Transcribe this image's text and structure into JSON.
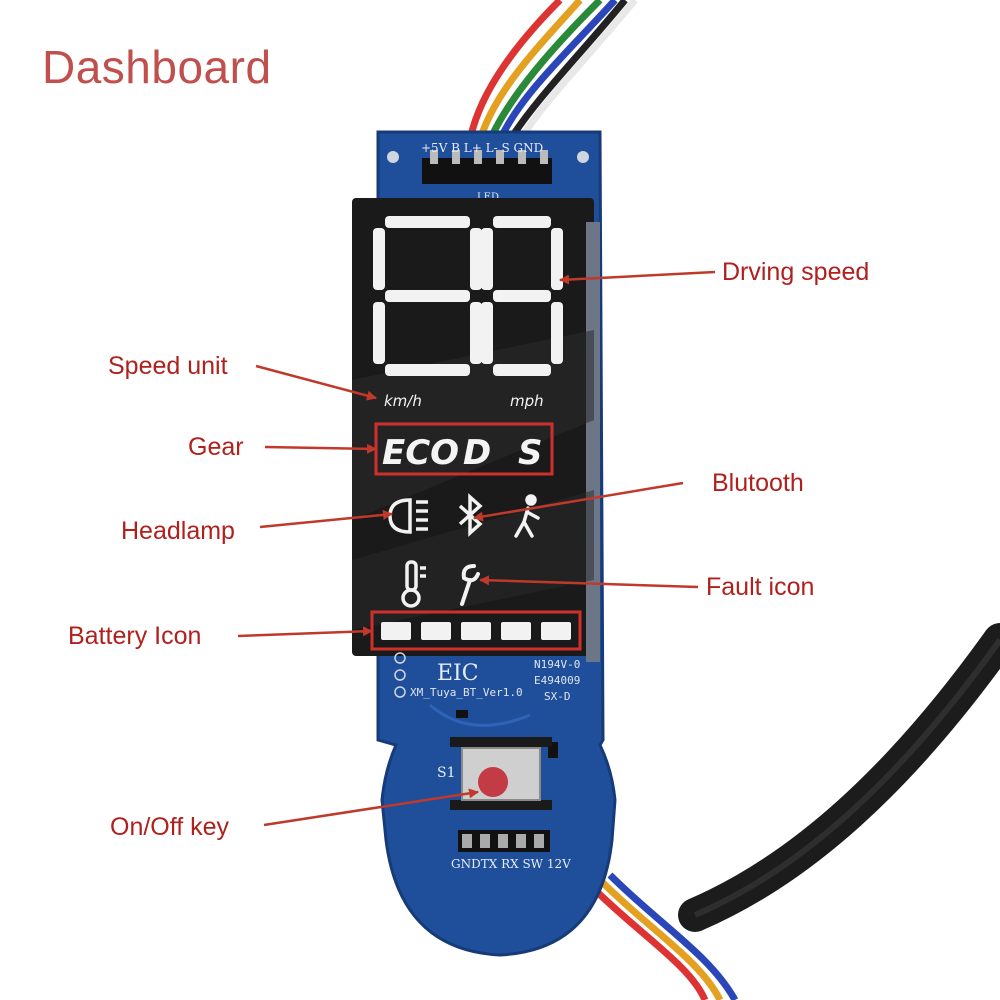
{
  "title": "Dashboard",
  "labels": {
    "driving_speed": "Drving speed",
    "speed_unit": "Speed unit",
    "gear": "Gear",
    "bluetooth": "Blutooth",
    "headlamp": "Headlamp",
    "fault_icon": "Fault icon",
    "battery_icon": "Battery Icon",
    "onoff_key": "On/Off key"
  },
  "lcd": {
    "unit_kmh": "km/h",
    "unit_mph": "mph",
    "gear_eco": "ECO",
    "gear_d": "D",
    "gear_s": "S"
  },
  "pcb": {
    "top_pins": "+5V  B  L+ L-  S  GND",
    "led": "LED",
    "logo": "EIC",
    "version": "XM_Tuya_BT_Ver1.0",
    "code1": "N194V-0",
    "code2": "E494009",
    "code3": "SX-D",
    "switch": "S1",
    "bottom_pins": "GNDTX RX SW 12V"
  },
  "colors": {
    "label": "#b0201d",
    "arrow": "#c0392b",
    "pcb": "#1f4f9a",
    "lcd": "#1a1a1a",
    "segment": "#f2f2f2",
    "button": "#c23b45"
  }
}
